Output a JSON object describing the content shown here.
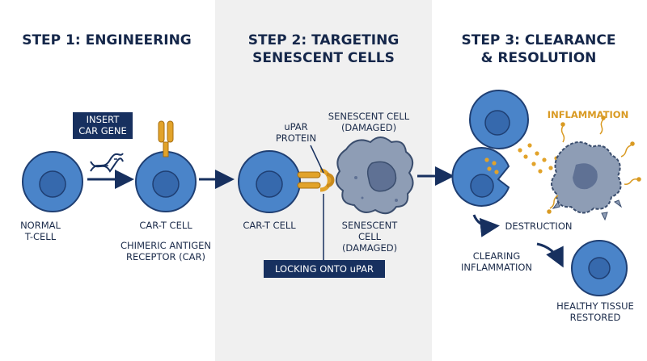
{
  "steps": {
    "step1_title": "STEP 1: ENGINEERING",
    "step2_title_line1": "STEP 2: TARGETING",
    "step2_title_line2": "SENESCENT CELLS",
    "step3_title_line1": "STEP 3: CLEARANCE",
    "step3_title_line2": "& RESOLUTION"
  },
  "step1": {
    "insert_tag_line1": "INSERT",
    "insert_tag_line2": "CAR GENE",
    "normal_line1": "NORMAL",
    "normal_line2": "T-CELL",
    "cart_label": "CAR-T CELL",
    "chimeric_line1": "CHIMERIC ANTIGEN",
    "chimeric_line2": "RECEPTOR (CAR)"
  },
  "step2": {
    "cart_label": "CAR-T CELL",
    "upar_line1": "uPAR",
    "upar_line2": "PROTEIN",
    "senescent_top_line1": "SENESCENT CELL",
    "senescent_top_line2": "(DAMAGED)",
    "senescent_bottom_line1": "SENESCENT",
    "senescent_bottom_line2": "CELL",
    "senescent_bottom_line3": "(DAMAGED)",
    "locking_tag": "LOCKING ONTO uPAR"
  },
  "step3": {
    "inflammation": "INFLAMMATION",
    "destruction": "DESTRUCTION",
    "clearing_line1": "CLEARING",
    "clearing_line2": "INFLAMMATION",
    "healthy_line1": "HEALTHY TISSUE",
    "healthy_line2": "RESTORED"
  },
  "colors": {
    "panel_bg": "#f0f0f0",
    "cell_fill": "#4a84c9",
    "nucleus_fill": "#3669ad",
    "dark_navy": "#17305f",
    "orange_accent": "#e2a32a",
    "senescent_gray": "#8e9db5"
  }
}
